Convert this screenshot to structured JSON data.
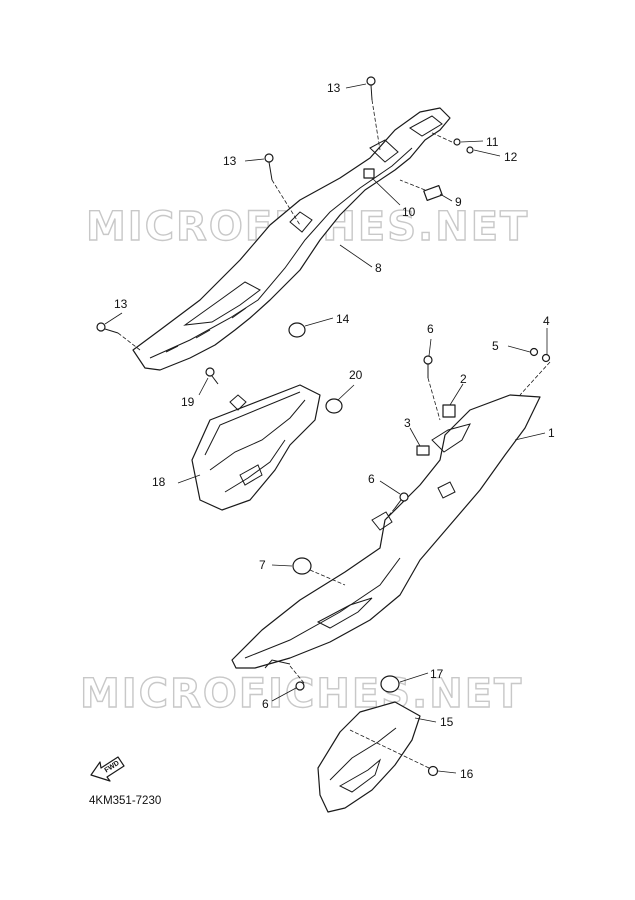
{
  "watermarks": [
    "MICROFICHES.NET",
    "MICROFICHES.NET"
  ],
  "reference_code": "4KM351-7230",
  "fwd_label": "FWD",
  "callouts": [
    {
      "id": "c13a",
      "label": "13"
    },
    {
      "id": "c11",
      "label": "11"
    },
    {
      "id": "c12",
      "label": "12"
    },
    {
      "id": "c13b",
      "label": "13"
    },
    {
      "id": "c9",
      "label": "9"
    },
    {
      "id": "c10",
      "label": "10"
    },
    {
      "id": "c8",
      "label": "8"
    },
    {
      "id": "c13c",
      "label": "13"
    },
    {
      "id": "c14",
      "label": "14"
    },
    {
      "id": "c6a",
      "label": "6"
    },
    {
      "id": "c4",
      "label": "4"
    },
    {
      "id": "c5",
      "label": "5"
    },
    {
      "id": "c20",
      "label": "20"
    },
    {
      "id": "c19",
      "label": "19"
    },
    {
      "id": "c2",
      "label": "2"
    },
    {
      "id": "c3",
      "label": "3"
    },
    {
      "id": "c1",
      "label": "1"
    },
    {
      "id": "c18",
      "label": "18"
    },
    {
      "id": "c6b",
      "label": "6"
    },
    {
      "id": "c7",
      "label": "7"
    },
    {
      "id": "c17",
      "label": "17"
    },
    {
      "id": "c6c",
      "label": "6"
    },
    {
      "id": "c15",
      "label": "15"
    },
    {
      "id": "c16",
      "label": "16"
    }
  ]
}
